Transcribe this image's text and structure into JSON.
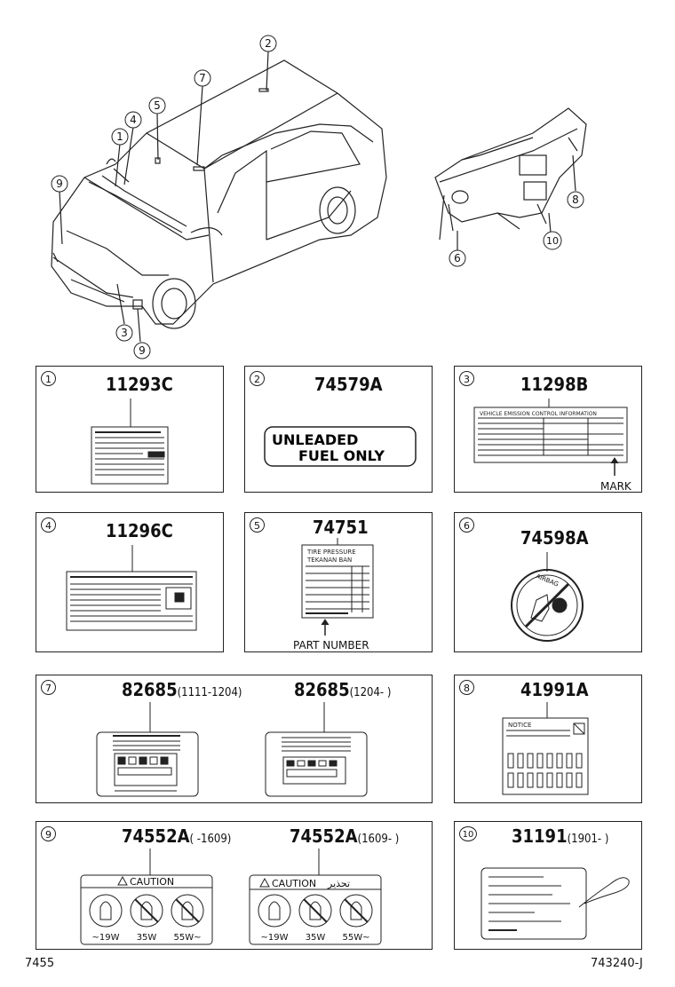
{
  "overview": {
    "car_callouts": [
      "1",
      "2",
      "3",
      "4",
      "5",
      "7",
      "9",
      "9"
    ],
    "dash_callouts": [
      "6",
      "8",
      "10"
    ]
  },
  "panels": [
    {
      "num": "1",
      "part": "11293C"
    },
    {
      "num": "2",
      "part": "74579A",
      "label_line1": "UNLEADED",
      "label_line2": "FUEL  ONLY"
    },
    {
      "num": "3",
      "part": "11298B",
      "pointer": "MARK",
      "header": "VEHICLE EMISSION CONTROL INFORMATION"
    },
    {
      "num": "4",
      "part": "11296C"
    },
    {
      "num": "5",
      "part": "74751",
      "pointer": "PART NUMBER",
      "header1": "TIRE PRESSURE",
      "header2": "TEKANAN BAN"
    },
    {
      "num": "6",
      "part": "74598A",
      "text": "AIRBAG"
    },
    {
      "num": "7",
      "part_a": "82685",
      "date_a": "(1111-1204)",
      "part_b": "82685",
      "date_b": "(1204-      )"
    },
    {
      "num": "8",
      "part": "41991A",
      "header": "NOTICE"
    },
    {
      "num": "9",
      "part_a": "74552A",
      "date_a": "(      -1609)",
      "part_b": "74552A",
      "date_b": "(1609-      )",
      "caution": "CAUTION",
      "arabic": "تحذير",
      "watts": [
        "~19W",
        "35W",
        "55W~"
      ]
    },
    {
      "num": "10",
      "part": "31191",
      "date": "(1901-      )"
    }
  ],
  "footer": {
    "left": "7455",
    "right": "743240-J"
  }
}
